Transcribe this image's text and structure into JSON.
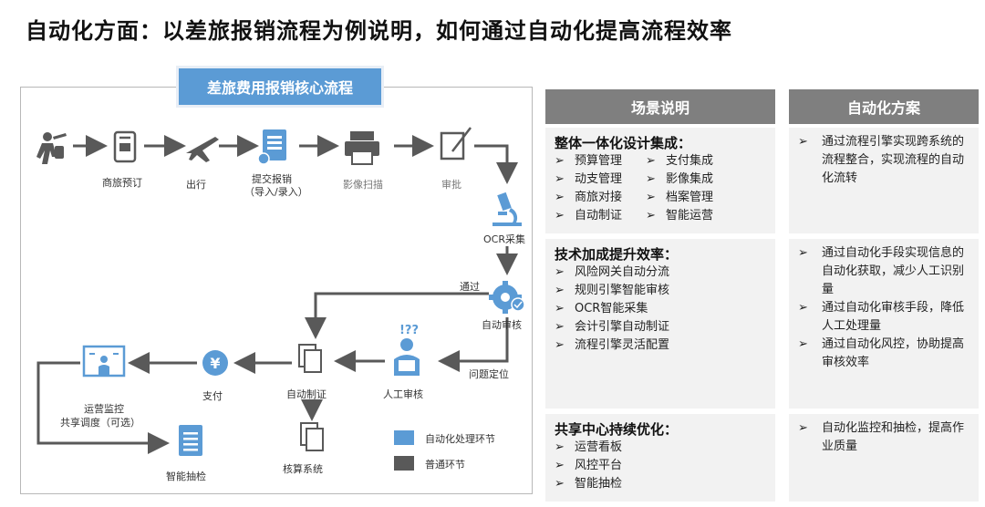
{
  "title": "自动化方面：以差旅报销流程为例说明，如何通过自动化提高流程效率",
  "core_process": {
    "header": "差旅费用报销核心流程",
    "steps": {
      "booking": "商旅预订",
      "travel": "出行",
      "submit_line1": "提交报销",
      "submit_line2": "（导入/录入）",
      "scan": "影像扫描",
      "approve": "审批",
      "ocr": "OCR采集",
      "auto_audit": "自动审核",
      "pass": "通过",
      "issue": "问题定位",
      "manual_audit": "人工审核",
      "auto_voucher": "自动制证",
      "payment": "支付",
      "monitor_line1": "运营监控",
      "monitor_line2": "共享调度（可选）",
      "sampling": "智能抽检",
      "accounting": "核算系统"
    },
    "legend": {
      "auto": "自动化处理环节",
      "normal": "普通环节",
      "auto_color": "#5b9bd5",
      "normal_color": "#595959"
    }
  },
  "columns": {
    "scenario": "场景说明",
    "solution": "自动化方案"
  },
  "rows": [
    {
      "title": "整体一体化设计集成：",
      "items": [
        "预算管理",
        "支付集成",
        "动支管理",
        "影像集成",
        "商旅对接",
        "档案管理",
        "自动制证",
        "智能运营"
      ],
      "solutions": [
        "通过流程引擎实现跨系统的流程整合，实现流程的自动化流转"
      ]
    },
    {
      "title": "技术加成提升效率：",
      "items": [
        "风险网关自动分流",
        "规则引擎智能审核",
        "OCR智能采集",
        "会计引擎自动制证",
        "流程引擎灵活配置"
      ],
      "solutions": [
        "通过自动化手段实现信息的自动化获取，减少人工识别量",
        "通过自动化审核手段，降低人工处理量",
        "通过自动化风控，协助提高审核效率"
      ]
    },
    {
      "title": "共享中心持续优化：",
      "items": [
        "运营看板",
        "风控平台",
        "智能抽检"
      ],
      "solutions": [
        "自动化监控和抽检，提高作业质量"
      ]
    }
  ],
  "bullet_glyph": "➢"
}
